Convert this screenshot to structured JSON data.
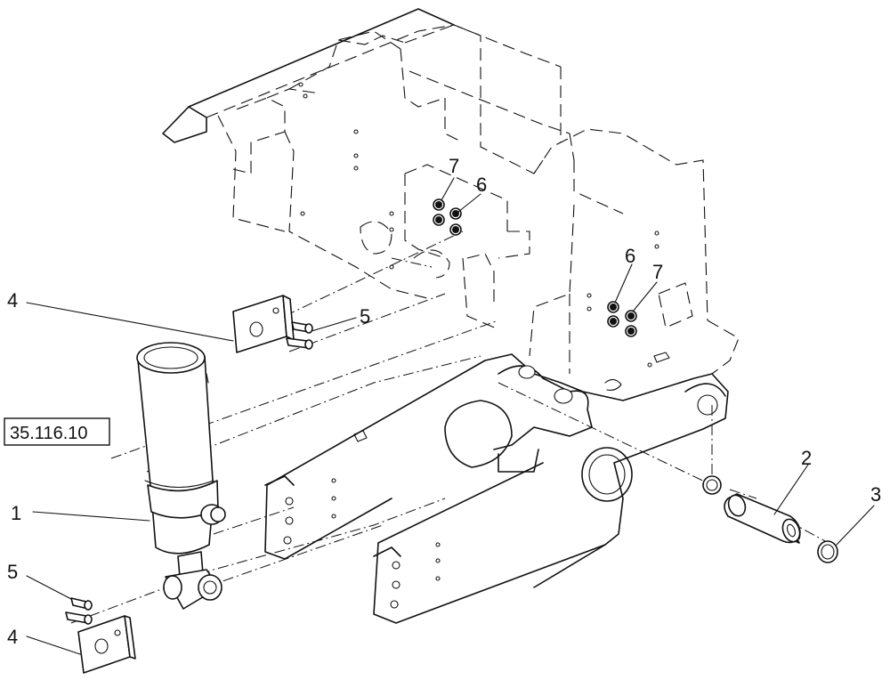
{
  "callouts": {
    "c1": "1",
    "c2": "2",
    "c3": "3",
    "c4_top": "4",
    "c4_bottom": "4",
    "c5_top": "5",
    "c5_bottom": "5",
    "c6_upper": "6",
    "c6_lower": "6",
    "c7_upper": "7",
    "c7_lower": "7"
  },
  "reference": {
    "label": "35.116.10"
  }
}
